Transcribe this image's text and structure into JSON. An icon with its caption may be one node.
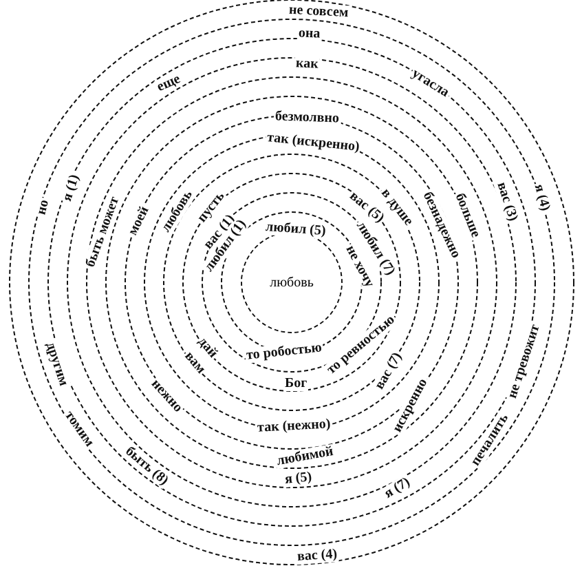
{
  "diagram": {
    "nodes": [
      {
        "text": [
          "любовь"
        ]
      }
    ],
    "labels": [
      "не совсем",
      "она",
      "как",
      "еще",
      "угасла",
      "безмолвно",
      "так (искренно)",
      "я (4)",
      "вас (3)",
      "больше",
      "безнадежно",
      "в душе",
      "вас (5)",
      "любил (7)",
      "не хочу",
      "любил (5)",
      "но",
      "я (1)",
      "быть может",
      "моей",
      "любовь",
      "пусть",
      "вас (1)",
      "любил (1)",
      "то робостью",
      "то ревностью",
      "вас (7)",
      "Бог",
      "дай",
      "вам",
      "другим",
      "не тревожит",
      "нежно",
      "искренно",
      "так (нежно)",
      "томим",
      "печалить",
      "любимой",
      "я (5)",
      "быть (8)",
      "я (7)",
      "вас (4)"
    ]
  }
}
